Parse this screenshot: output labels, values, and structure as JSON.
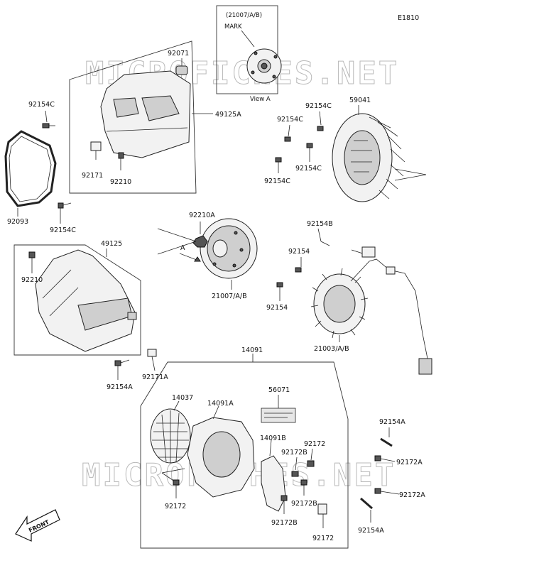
{
  "diagram": {
    "code": "E1810",
    "watermark": "MICROFICHES.NET",
    "view_box": {
      "reference": "(21007/A/B)",
      "mark_label": "MARK",
      "caption": "View A"
    },
    "arrow_a_label": "A",
    "front_label": "FRONT",
    "callouts": {
      "p92071": "92071",
      "p49125A": "49125A",
      "p92154C_topleft": "92154C",
      "p92171": "92171",
      "p92210_top": "92210",
      "p92093": "92093",
      "p92154C_left": "92154C",
      "p59041": "59041",
      "p92154C_a": "92154C",
      "p92154C_b": "92154C",
      "p92154C_c": "92154C",
      "p92154C_d": "92154C",
      "p49125": "49125",
      "p92210_left": "92210",
      "p92210A": "92210A",
      "p21007": "21007/A/B",
      "p92154B": "92154B",
      "p92154_a": "92154",
      "p92154_b": "92154",
      "p21003": "21003/A/B",
      "p92154A_left": "92154A",
      "p92171A": "92171A",
      "p14091": "14091",
      "p14037": "14037",
      "p14091A": "14091A",
      "p56071": "56071",
      "p14091B": "14091B",
      "p92172B_a": "92172B",
      "p92172_a": "92172",
      "p92172_left": "92172",
      "p92172B_b": "92172B",
      "p92172B_c": "92172B",
      "p92172_b": "92172",
      "p92154A_r1": "92154A",
      "p92172A_r1": "92172A",
      "p92172A_r2": "92172A",
      "p92154A_r2": "92154A"
    }
  }
}
